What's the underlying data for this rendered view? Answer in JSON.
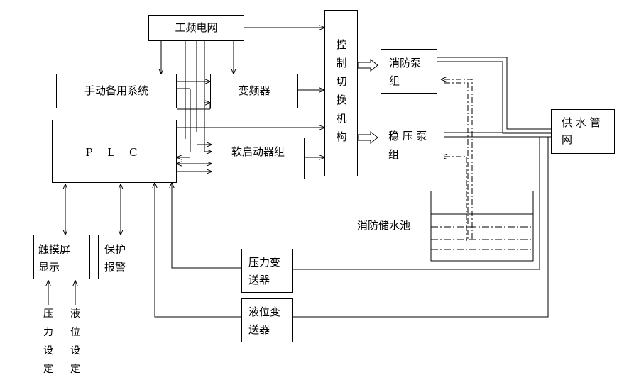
{
  "nodes": {
    "grid_power": "工频电网",
    "manual_backup": "手动备用系统",
    "inverter": "变频器",
    "plc": "P L C",
    "soft_starter": "软启动器组",
    "control_switch": "控制切换机构",
    "fire_pump_line1": "消防泵",
    "fire_pump_line2": "组",
    "stab_pump_line1": "稳 压 泵",
    "stab_pump_line2": "组",
    "supply_network_line1": "供 水 管",
    "supply_network_line2": "网",
    "touch_screen_line1": "触摸屏",
    "touch_screen_line2": "显示",
    "protection_line1": "保护",
    "protection_line2": "报警",
    "pressure_tx_line1": "压力变",
    "pressure_tx_line2": "送器",
    "level_tx_line1": "液位变",
    "level_tx_line2": "送器",
    "fire_reservoir": "消防储水池",
    "pressure_setting": "压力设定",
    "level_setting": "液位设定"
  }
}
